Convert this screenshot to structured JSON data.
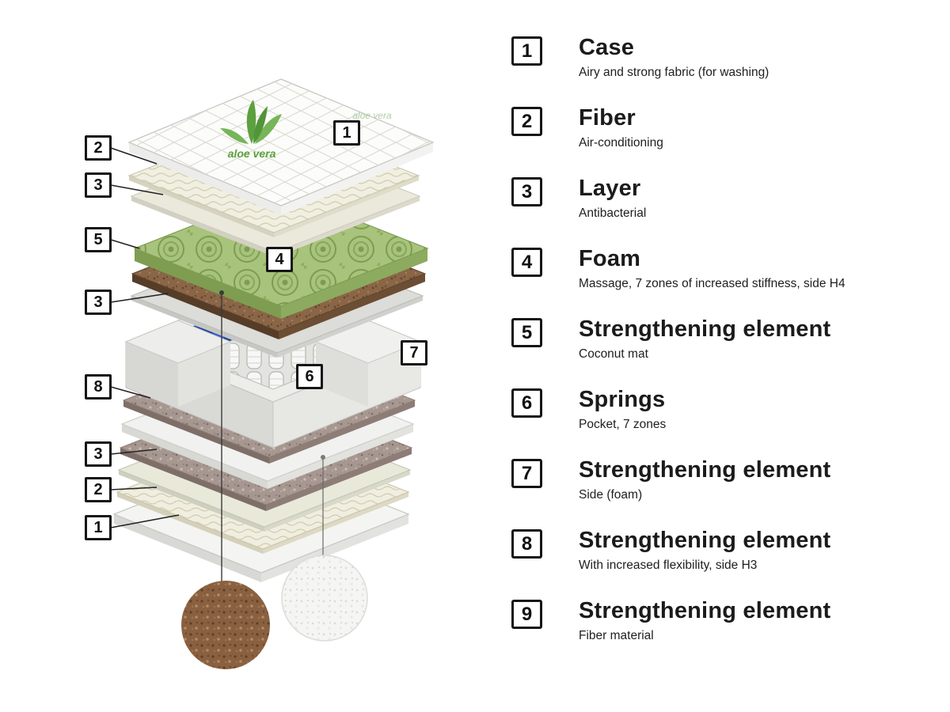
{
  "legend": {
    "items": [
      {
        "number": "1",
        "title": "Case",
        "subtitle": "Airy and strong fabric (for washing)"
      },
      {
        "number": "2",
        "title": "Fiber",
        "subtitle": "Air-conditioning"
      },
      {
        "number": "3",
        "title": "Layer",
        "subtitle": "Antibacterial"
      },
      {
        "number": "4",
        "title": "Foam",
        "subtitle": "Massage, 7 zones of increased stiffness, side H4"
      },
      {
        "number": "5",
        "title": "Strengthening element",
        "subtitle": "Coconut mat"
      },
      {
        "number": "6",
        "title": "Springs",
        "subtitle": "Pocket, 7 zones"
      },
      {
        "number": "7",
        "title": "Strengthening element",
        "subtitle": "Side (foam)"
      },
      {
        "number": "8",
        "title": "Strengthening element",
        "subtitle": "With increased flexibility, side H3"
      },
      {
        "number": "9",
        "title": "Strengthening element",
        "subtitle": "Fiber material"
      }
    ]
  },
  "diagram": {
    "fabric_text": "aloe vera",
    "callouts": [
      {
        "number": "2"
      },
      {
        "number": "3"
      },
      {
        "number": "1"
      },
      {
        "number": "5"
      },
      {
        "number": "4"
      },
      {
        "number": "3"
      },
      {
        "number": "8"
      },
      {
        "number": "7"
      },
      {
        "number": "6"
      },
      {
        "number": "3"
      },
      {
        "number": "2"
      },
      {
        "number": "1"
      }
    ],
    "colors": {
      "foam_green": "#a8c37b",
      "coconut_brown": "#8a6040",
      "springs_blue": "#2d5ad0",
      "ink": "#111111"
    }
  }
}
